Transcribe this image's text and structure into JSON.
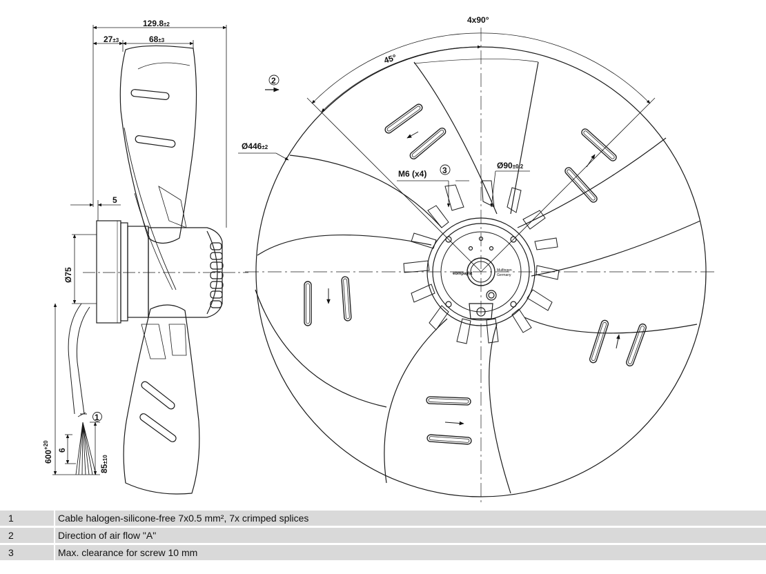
{
  "dimensions": {
    "overall_depth": "129.8",
    "overall_depth_tol": "±2",
    "hub_offset": "27",
    "hub_offset_tol": "±3",
    "blade_depth": "68",
    "blade_depth_tol": "±3",
    "shaft_gap": "5",
    "motor_diameter": "Ø75",
    "fan_diameter": "Ø446",
    "fan_diameter_tol": "±2",
    "hub_diameter": "Ø90",
    "hub_diameter_tol": "±0.2",
    "screw_thread": "M6 (x4)",
    "bolt_pattern": "4x90°",
    "angle": "45°",
    "cable_length": "600",
    "cable_length_tol": "+20",
    "strip_length": "6",
    "lead_length": "85",
    "lead_length_tol": "±10"
  },
  "callouts": {
    "c1": "1",
    "c2": "2",
    "c3": "3"
  },
  "motor_label": {
    "brand": "ebmpapst",
    "line1": "Mulfingen",
    "line2": "Germany"
  },
  "legend": [
    {
      "num": "1",
      "text": "Cable halogen-silicone-free 7x0.5 mm², 7x crimped splices"
    },
    {
      "num": "2",
      "text": "Direction of air flow \"A\""
    },
    {
      "num": "3",
      "text": "Max. clearance for screw 10 mm"
    }
  ],
  "colors": {
    "line": "#1a1a1a",
    "legend_bg": "#d9d9d9"
  }
}
